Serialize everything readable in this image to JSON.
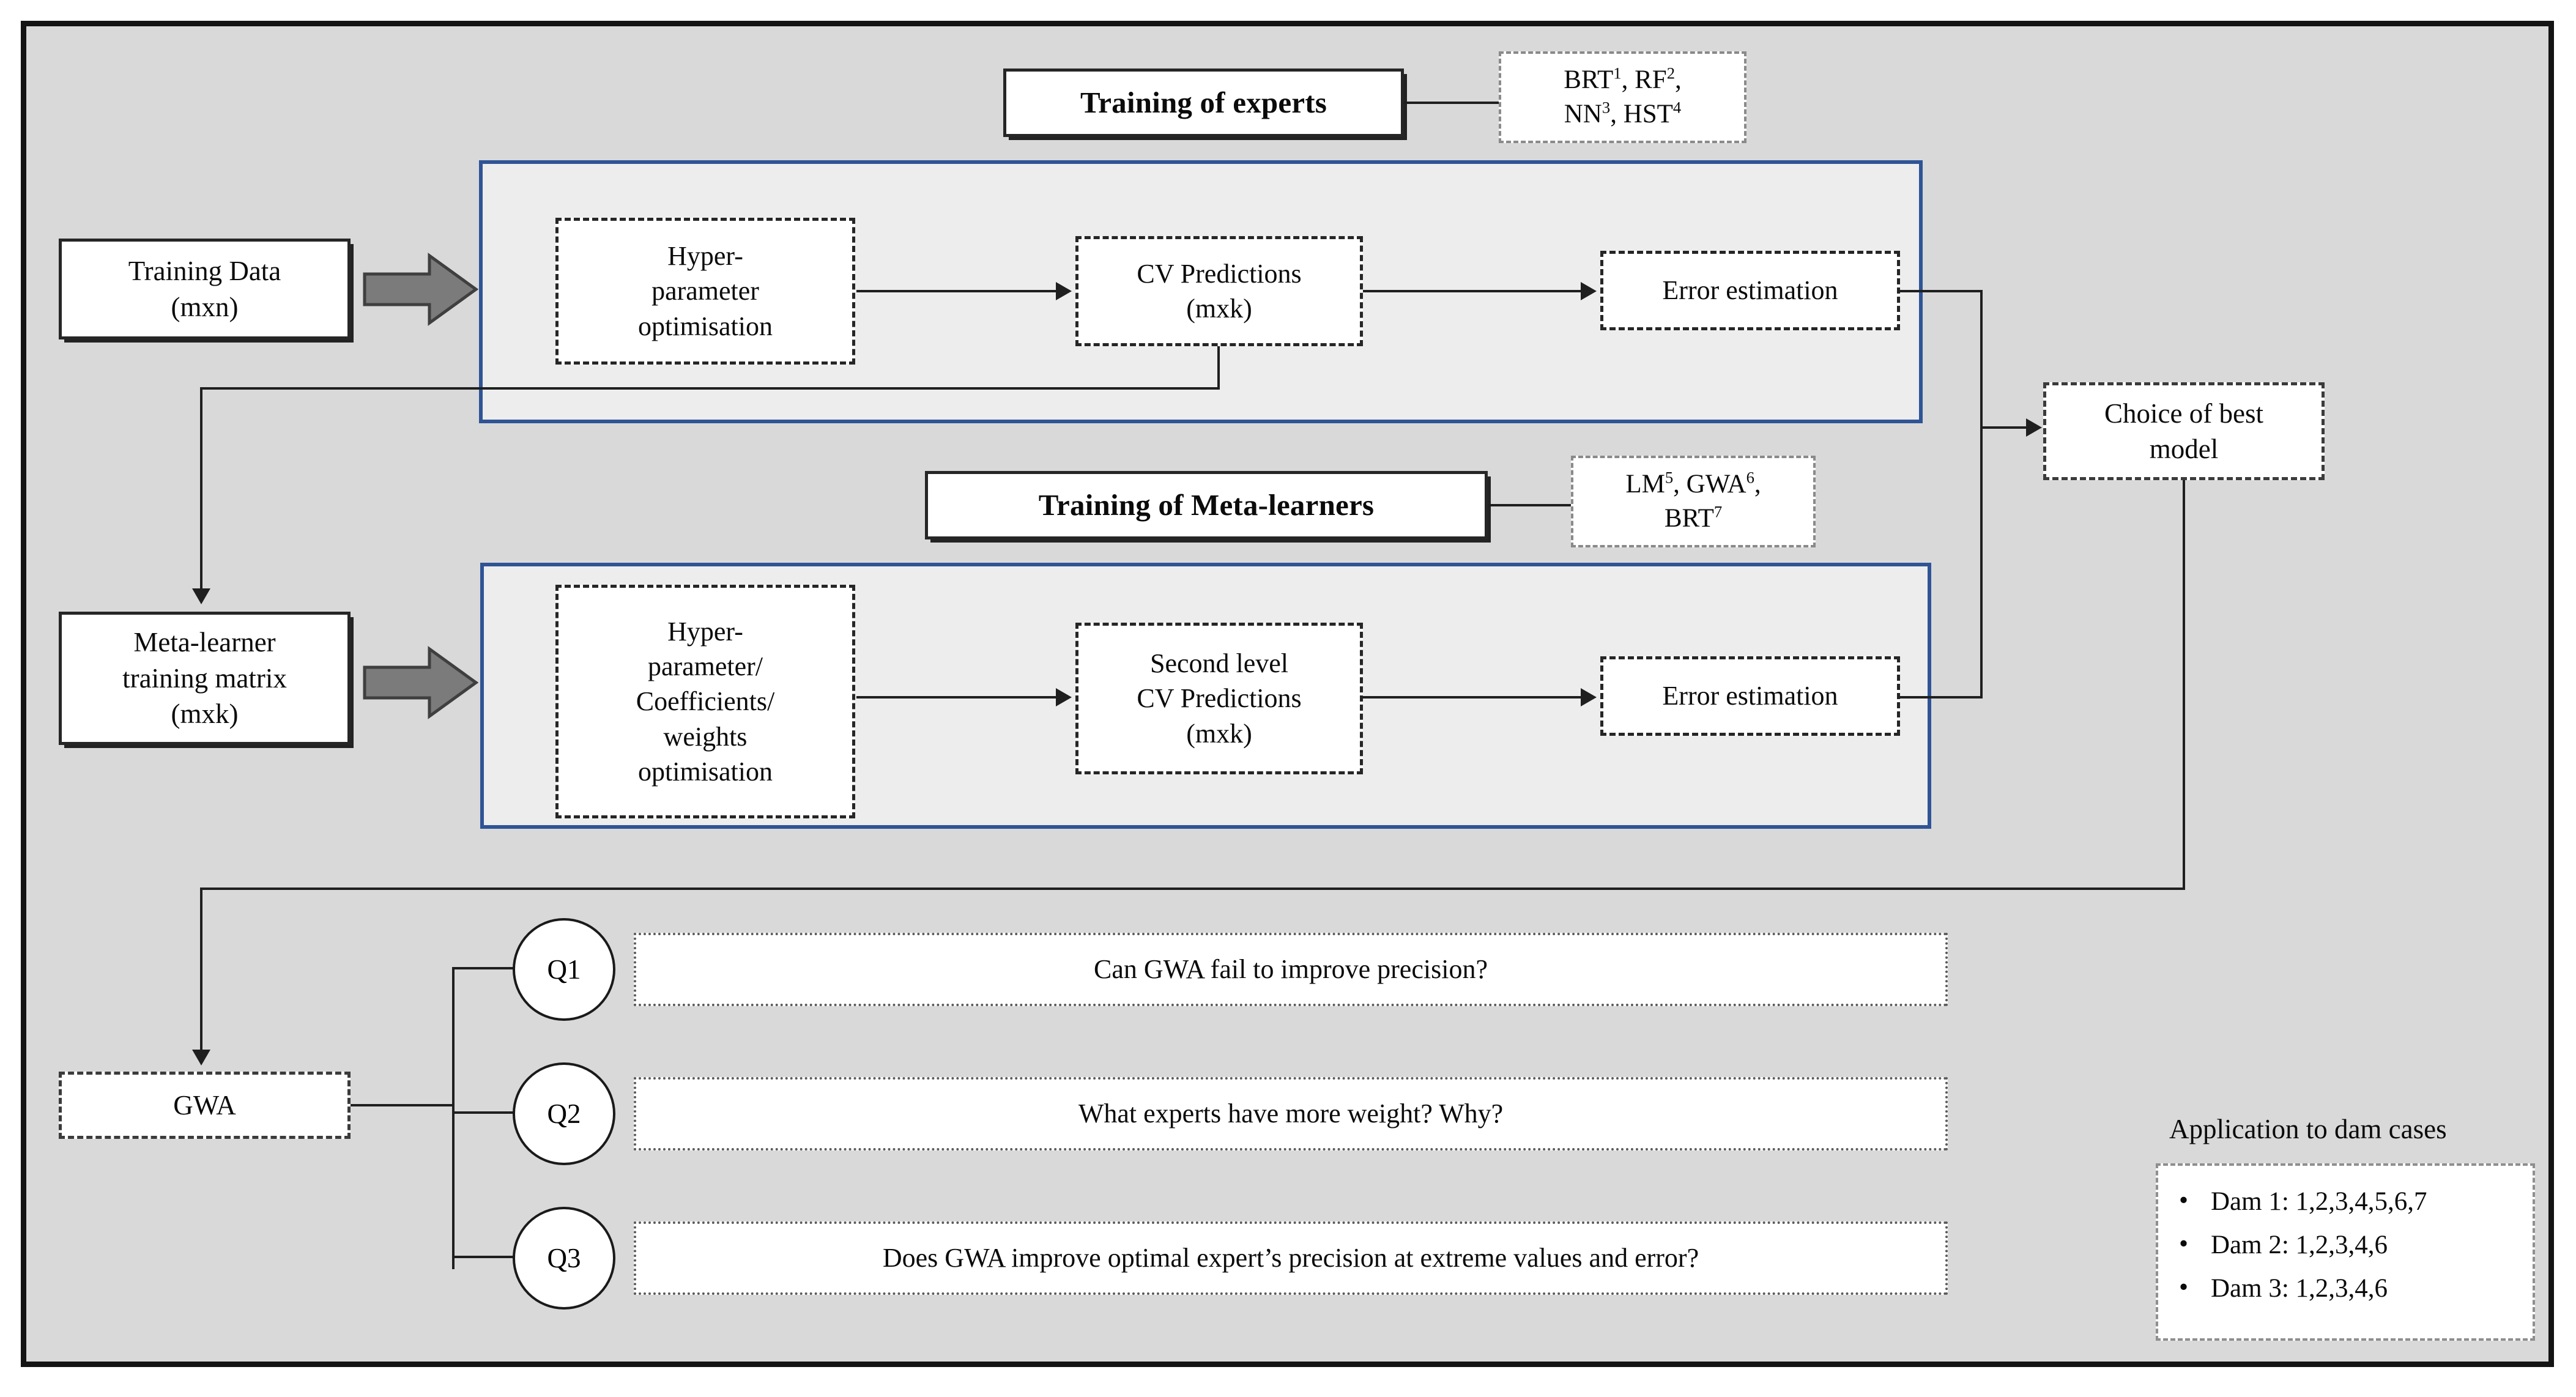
{
  "figure": {
    "colors": {
      "frame_bg": "#D9D9D9",
      "panel_bg": "#EDEDED",
      "panel_border": "#2F5496",
      "node_bg": "#FFFFFF",
      "line": "#1F1F1F",
      "block_arrow": "#7B7B7B"
    }
  },
  "headers": {
    "experts": "Training of experts",
    "meta_learners": "Training of Meta-learners"
  },
  "legend_boxes": {
    "experts_models": {
      "line1_a": "BRT",
      "line1_a_sup": "1",
      "line1_b": ", RF",
      "line1_b_sup": "2",
      "line1_tail": ",",
      "line2_a": "NN",
      "line2_a_sup": "3",
      "line2_b": ", HST",
      "line2_b_sup": "4",
      "plain": "BRT1, RF2, NN3, HST4"
    },
    "meta_models": {
      "line1_a": "LM",
      "line1_a_sup": "5",
      "line1_b": ", GWA",
      "line1_b_sup": "6",
      "line1_tail": ",",
      "line2_a": "BRT",
      "line2_a_sup": "7",
      "plain": "LM5, GWA6, BRT7"
    }
  },
  "inputs": {
    "training_data": {
      "line1": "Training Data",
      "line2": "(mxn)"
    },
    "meta_matrix": {
      "line1": "Meta-learner",
      "line2": "training matrix",
      "line3": "(mxk)"
    }
  },
  "row_experts": {
    "step1": {
      "line1": "Hyper-",
      "line2": "parameter",
      "line3": "optimisation"
    },
    "step2": {
      "line1": "CV Predictions",
      "line2": "(mxk)"
    },
    "step3": {
      "line1": "Error estimation"
    }
  },
  "row_meta": {
    "step1": {
      "line1": "Hyper-",
      "line2": "parameter/",
      "line3": "Coefficients/",
      "line4": "weights",
      "line5": "optimisation"
    },
    "step2": {
      "line1": "Second level",
      "line2": "CV Predictions",
      "line3": "(mxk)"
    },
    "step3": {
      "line1": "Error estimation"
    }
  },
  "choice": {
    "line1": "Choice of best",
    "line2": "model"
  },
  "gwa": {
    "label": "GWA"
  },
  "questions": [
    {
      "id": "Q1",
      "text": "Can GWA fail to improve precision?"
    },
    {
      "id": "Q2",
      "text": "What experts have more weight? Why?"
    },
    {
      "id": "Q3",
      "text": "Does GWA improve optimal expert’s precision at extreme values and error?"
    }
  ],
  "application": {
    "caption": "Application to dam cases",
    "bullet_glyph": "•",
    "items": [
      "Dam 1: 1,2,3,4,5,6,7",
      "Dam 2: 1,2,3,4,6",
      "Dam 3: 1,2,3,4,6"
    ]
  }
}
